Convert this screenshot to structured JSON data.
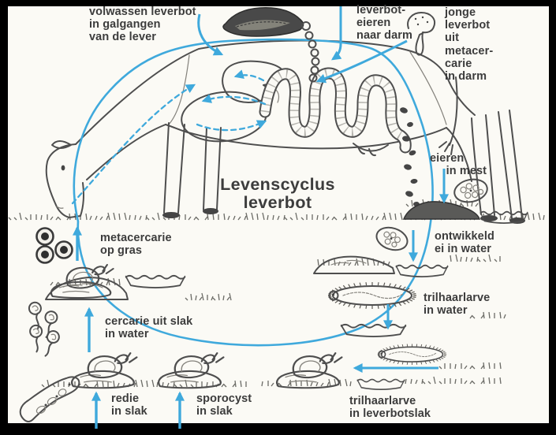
{
  "diagram": {
    "title": "Levenscyclus\nleverbot",
    "labels": {
      "adult_fluke": "volwassen leverbot\nin galgangen\nvan de lever",
      "eggs_to_gut": "leverbot-\neieren\nnaar darm",
      "young_fluke": "jonge\nleverbot\nuit\nmetacer-\ncarie\nin darm",
      "eggs_in_manure": "eieren\n     in mest",
      "developed_egg": "ontwikkeld\nei in water",
      "miracidium_water": "trilhaarlarve\nin water",
      "miracidium_snail": "trilhaarlarve\nin leverbotslak",
      "sporocyst": "sporocyst\nin slak",
      "redia": "redie\nin slak",
      "cercaria": "cercarie uit slak\nin water",
      "metacercaria": "metacercarie\nop gras"
    },
    "colors": {
      "arrow_blue": "#3fa9dc",
      "ink_gray": "#4e4e4e",
      "text_dark": "#3c3c3c",
      "canvas": "#fbfaf5",
      "frame": "#000000"
    }
  }
}
